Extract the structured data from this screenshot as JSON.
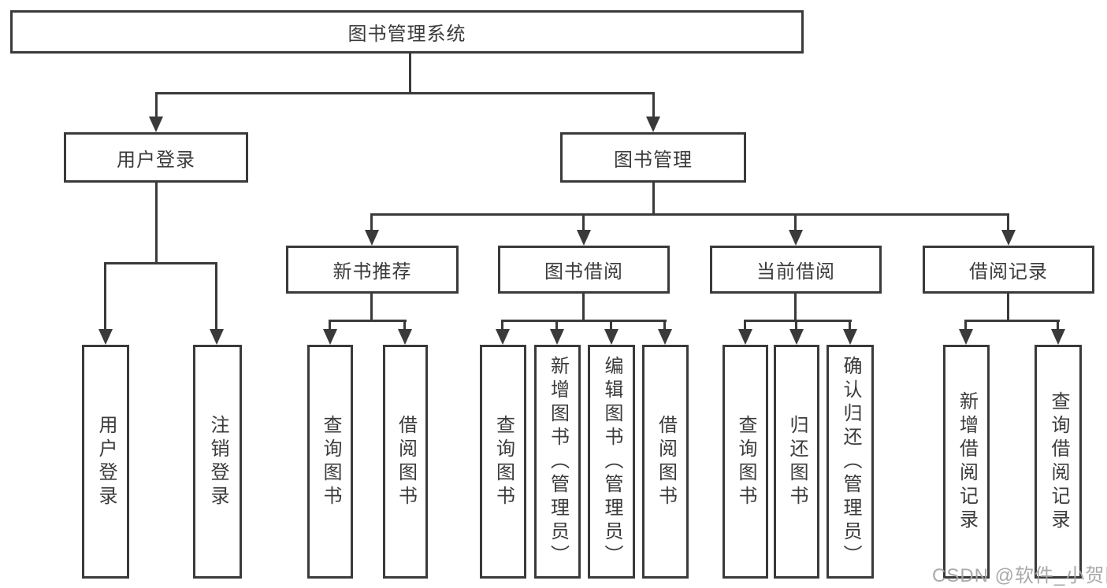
{
  "tree": {
    "root_label": "图书管理系统",
    "user_login": {
      "label": "用户登录",
      "children": [
        "用户登录",
        "注销登录"
      ]
    },
    "book_mgmt": {
      "label": "图书管理",
      "groups": [
        {
          "label": "新书推荐",
          "children": [
            "查询图书",
            "借阅图书"
          ]
        },
        {
          "label": "图书借阅",
          "children": [
            "查询图书",
            "新增图书（管理员）",
            "编辑图书（管理员）",
            "借阅图书"
          ]
        },
        {
          "label": "当前借阅",
          "children": [
            "查询图书",
            "归还图书",
            "确认归还（管理员）"
          ]
        },
        {
          "label": "借阅记录",
          "children": [
            "新增借阅记录",
            "查询借阅记录"
          ]
        }
      ]
    }
  },
  "watermark": "CSDN @软件_小贺同学",
  "colors": {
    "line": "#3a3a3a",
    "text": "#3b3b3b",
    "watermark": "#a4a4a4",
    "background": "#ffffff"
  }
}
